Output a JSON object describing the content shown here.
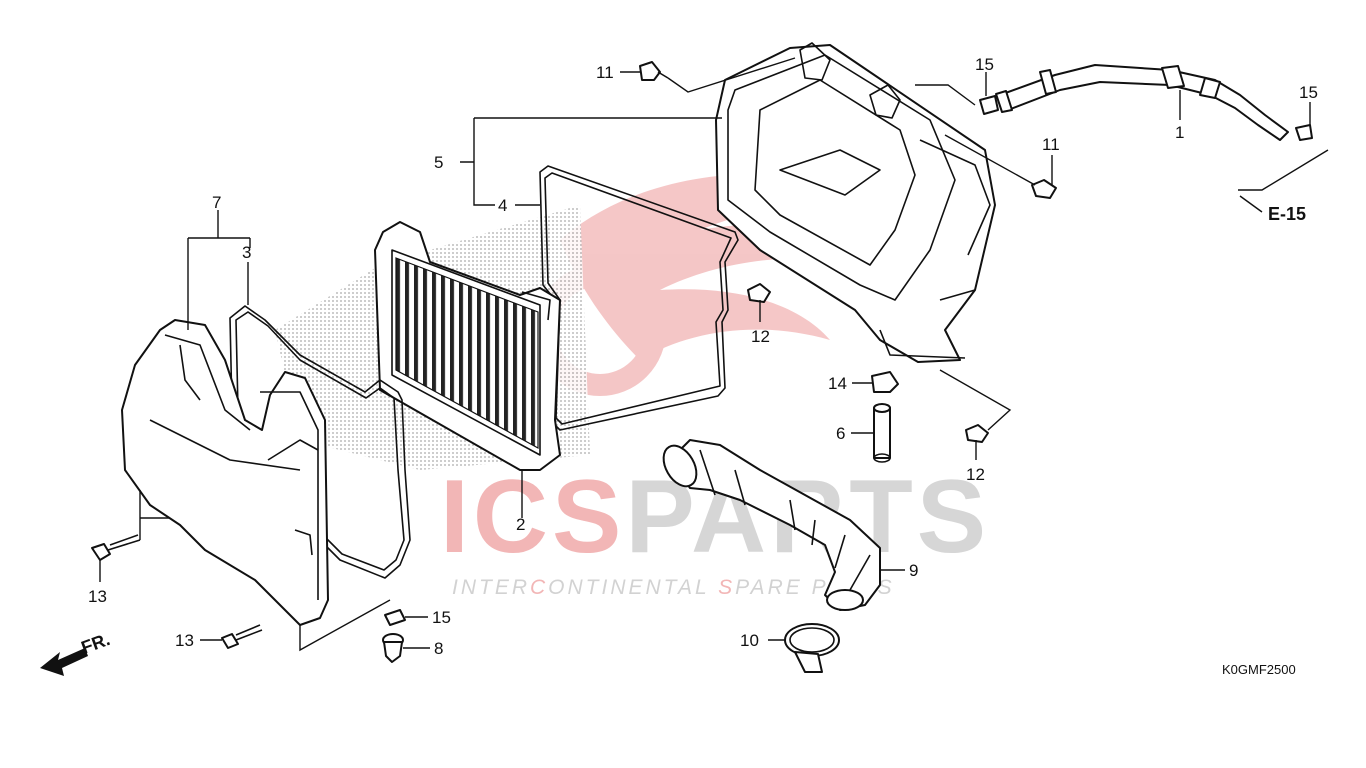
{
  "callouts": {
    "c1": "1",
    "c2": "2",
    "c3": "3",
    "c4": "4",
    "c5": "5",
    "c6": "6",
    "c7": "7",
    "c8": "8",
    "c9": "9",
    "c10": "10",
    "c11a": "11",
    "c11b": "11",
    "c12a": "12",
    "c12b": "12",
    "c13a": "13",
    "c13b": "13",
    "c14": "14",
    "c15a": "15",
    "c15b": "15",
    "c15c": "15"
  },
  "reference": "E-15",
  "front_marker": "FR.",
  "diagram_code": "K0GMF2500",
  "watermark": {
    "brand_ics": "ICS",
    "brand_parts": "PARTS",
    "tagline_part1": "INTER",
    "tagline_part2": "C",
    "tagline_part3": "ONTINENTAL ",
    "tagline_part4": "S",
    "tagline_part5": "PARE PARTS"
  },
  "colors": {
    "watermark_red": "#f2b3b3",
    "watermark_gray": "#d4d4d4",
    "line": "#111111"
  }
}
